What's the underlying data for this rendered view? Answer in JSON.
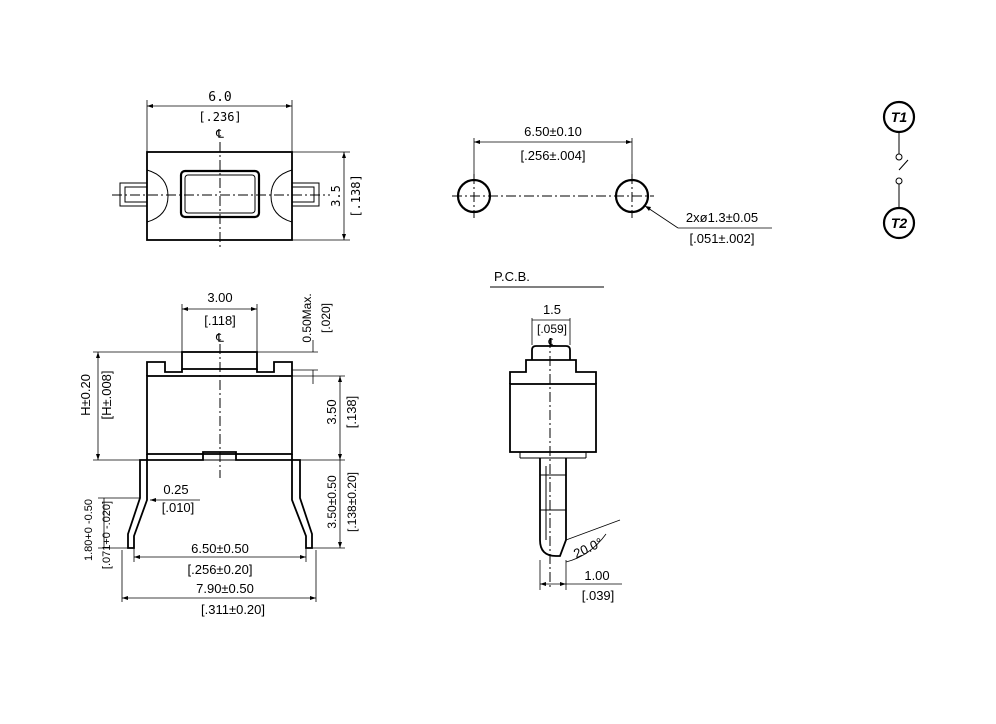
{
  "top_view": {
    "width_mm": "6.0",
    "width_in": "[.236]",
    "height_mm": "3.5",
    "height_in": "[.138]",
    "centerline": "℄"
  },
  "pcb_holes": {
    "pitch_mm": "6.50±0.10",
    "pitch_in": "[.256±.004]",
    "hole_mm": "2xø1.3±0.05",
    "hole_in": "[.051±.002]"
  },
  "schematic": {
    "t1": "T1",
    "t2": "T2"
  },
  "front_view": {
    "actuator_mm": "3.00",
    "actuator_in": "[.118]",
    "centerline": "℄",
    "offset_mm": "0.50Max.",
    "offset_in": "[.020]",
    "height_mm": "H±0.20",
    "height_in": "[H±.008]",
    "body_mm": "3.50",
    "body_in": "[.138]",
    "lead_len_mm": "3.50±0.50",
    "lead_len_in": "[.138±0.20]",
    "lead_t_mm": "0.25",
    "lead_t_in": "[.010]",
    "foot_mm": "1.80+0 -0.50",
    "foot_in": "[.071+0 -.020]",
    "pitch_mm": "6.50±0.50",
    "pitch_in": "[.256±0.20]",
    "overall_mm": "7.90±0.50",
    "overall_in": "[.311±0.20]"
  },
  "side_view": {
    "pcb_label": "P.C.B.",
    "width_mm": "1.5",
    "width_in": "[.059]",
    "centerline": "℄",
    "angle": "20.0°",
    "foot_mm": "1.00",
    "foot_in": "[.039]"
  }
}
